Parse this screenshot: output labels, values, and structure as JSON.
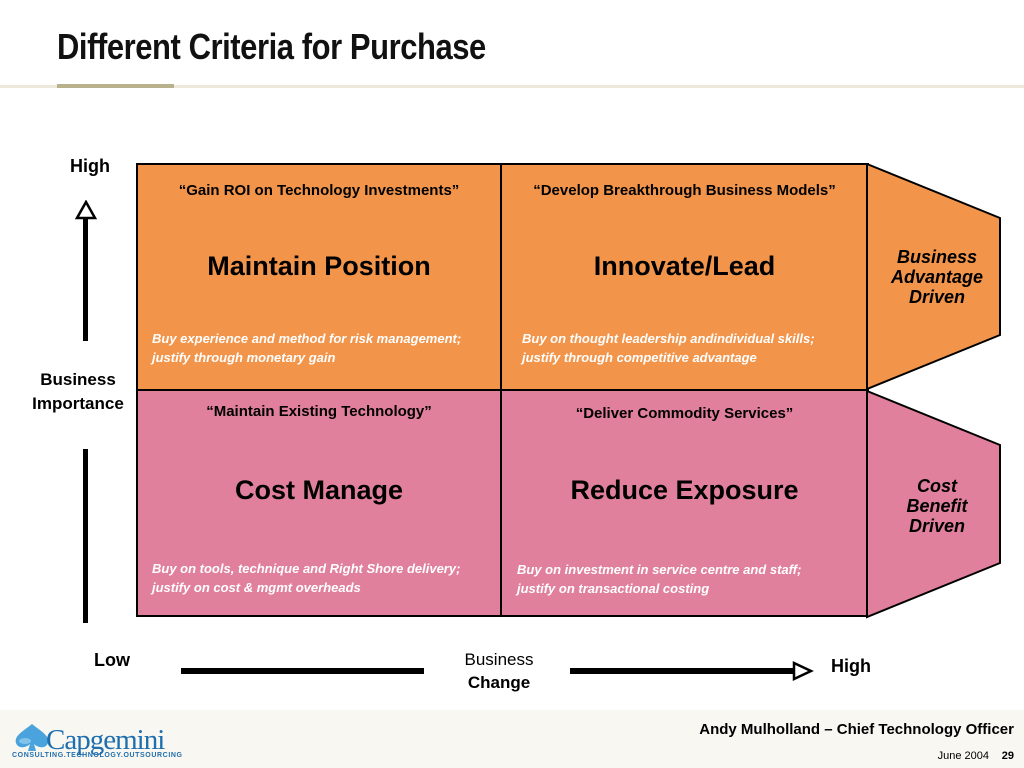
{
  "title": "Different Criteria for Purchase",
  "axes": {
    "y_high": "High",
    "y_label": [
      "Business",
      "Importance"
    ],
    "x_low": "Low",
    "x_label": [
      "Business",
      "Change"
    ],
    "x_high": "High"
  },
  "quadrants": {
    "top_left": {
      "quote": "“Gain ROI on Technology Investments”",
      "title": "Maintain Position",
      "desc": [
        "Buy experience and method for risk management;",
        "justify through monetary gain"
      ]
    },
    "top_right": {
      "quote": "“Develop Breakthrough Business Models”",
      "title": "Innovate/Lead",
      "desc": [
        "Buy on thought leadership andindividual skills;",
        "justify through competitive advantage"
      ]
    },
    "bottom_left": {
      "quote": "“Maintain Existing Technology”",
      "title": "Cost Manage",
      "desc": [
        "Buy on tools, technique and Right Shore delivery;",
        "justify on cost & mgmt overheads"
      ]
    },
    "bottom_right": {
      "quote": "“Deliver Commodity Services”",
      "title": "Reduce Exposure",
      "desc": [
        "Buy on investment in service centre and staff;",
        "justify on transactional costing"
      ]
    }
  },
  "side_labels": {
    "top": [
      "Business",
      "Advantage",
      "Driven"
    ],
    "bottom": [
      "Cost",
      "Benefit",
      "Driven"
    ]
  },
  "footer": {
    "presenter": "Andy Mulholland – Chief Technology Officer",
    "date": "June 2004",
    "page": "29",
    "logo_name": "Capgemini",
    "logo_tagline": "CONSULTING.TECHNOLOGY.OUTSOURCING"
  },
  "colors": {
    "orange": "#f2954a",
    "pink": "#e0809c",
    "logo_blue": "#1f6fae"
  }
}
